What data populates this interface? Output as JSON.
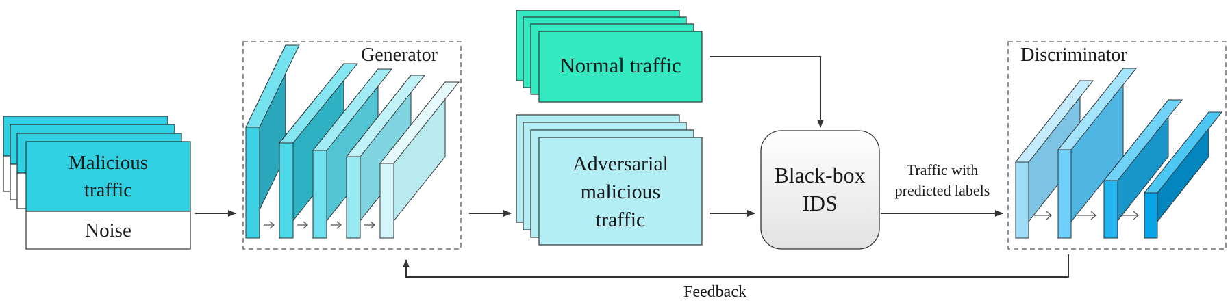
{
  "input_block": {
    "malicious_label": [
      "Malicious",
      "traffic"
    ],
    "noise_label": "Noise"
  },
  "generator": {
    "title": "Generator"
  },
  "normal_traffic": {
    "label": "Normal traffic"
  },
  "adversarial_traffic": {
    "label": [
      "Adversarial",
      "malicious",
      "traffic"
    ]
  },
  "black_box_ids": {
    "label": [
      "Black-box",
      "IDS"
    ]
  },
  "edge_labels": {
    "traffic_with_labels": [
      "Traffic with",
      "predicted labels"
    ],
    "feedback": "Feedback"
  },
  "discriminator": {
    "title": "Discriminator"
  },
  "colors": {
    "malicious_fill": "#2fd1e3",
    "normal_fill": "#33e9c2",
    "adversarial_fill": "#b3eef5",
    "ids_fill": "#eeeeee",
    "generator_layers": [
      "#3ed0e3",
      "#4fd8e8",
      "#6fe0ee",
      "#98e9f2",
      "#d4f6fa"
    ],
    "discriminator_layers": [
      "#9fdcf8",
      "#6fd0fb",
      "#22b5ef",
      "#06a4e6"
    ],
    "stroke": "#333333",
    "frame": "#555555"
  }
}
